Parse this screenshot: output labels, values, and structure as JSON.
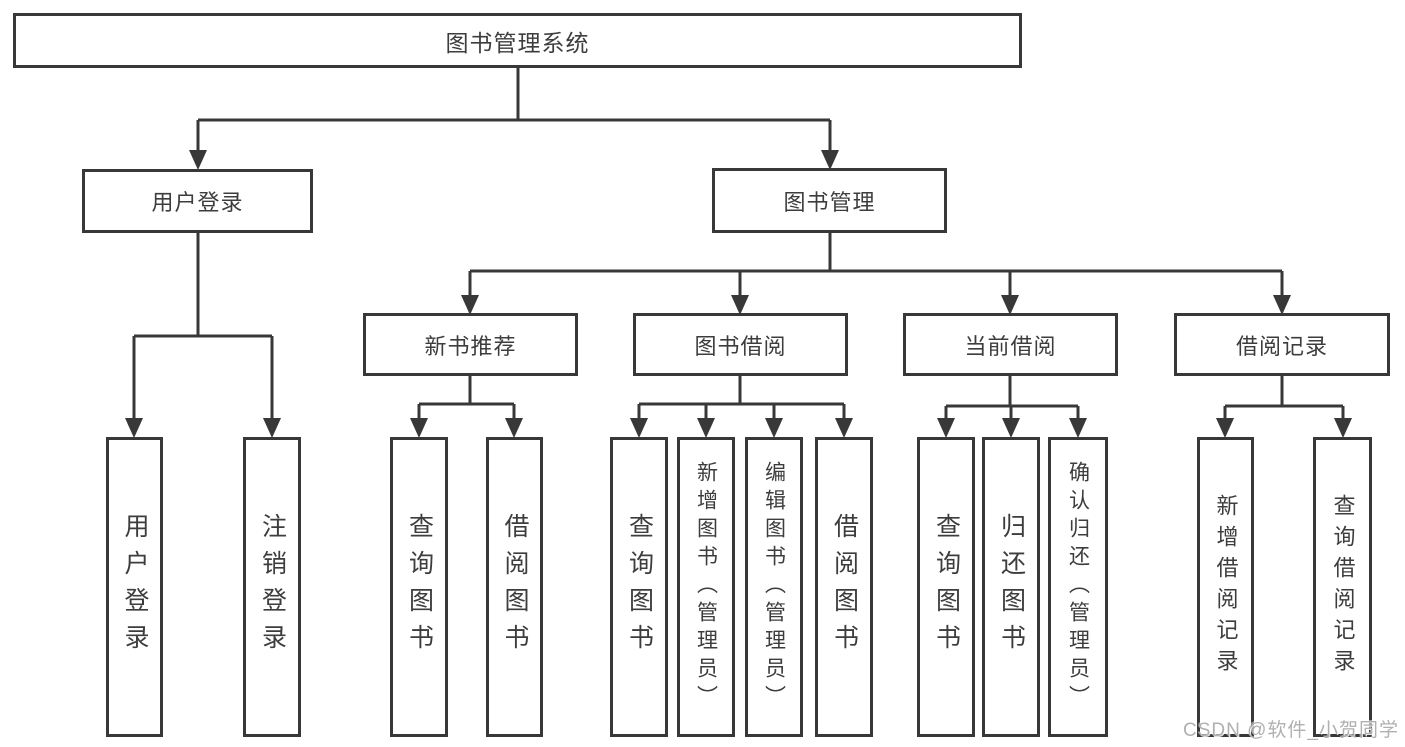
{
  "diagram": {
    "title": "图书管理系统",
    "root": {
      "label": "图书管理系统"
    },
    "branches": [
      {
        "label": "用户登录",
        "children": [
          {
            "label": "用户登录"
          },
          {
            "label": "注销登录"
          }
        ]
      },
      {
        "label": "图书管理",
        "children": [
          {
            "label": "新书推荐",
            "children": [
              {
                "label": "查询图书"
              },
              {
                "label": "借阅图书"
              }
            ]
          },
          {
            "label": "图书借阅",
            "children": [
              {
                "label": "查询图书"
              },
              {
                "label": "新增图书（管理员）"
              },
              {
                "label": "编辑图书（管理员）"
              },
              {
                "label": "借阅图书"
              }
            ]
          },
          {
            "label": "当前借阅",
            "children": [
              {
                "label": "查询图书"
              },
              {
                "label": "归还图书"
              },
              {
                "label": "确认归还（管理员）"
              }
            ]
          },
          {
            "label": "借阅记录",
            "children": [
              {
                "label": "新增借阅记录"
              },
              {
                "label": "查询借阅记录"
              }
            ]
          }
        ]
      }
    ]
  },
  "watermark": {
    "text": "CSDN @软件_小贺同学",
    "color": "#b0b0b0"
  },
  "colors": {
    "line": "#383838",
    "border": "#383838",
    "text": "#3d3d3d",
    "background": "#ffffff"
  }
}
